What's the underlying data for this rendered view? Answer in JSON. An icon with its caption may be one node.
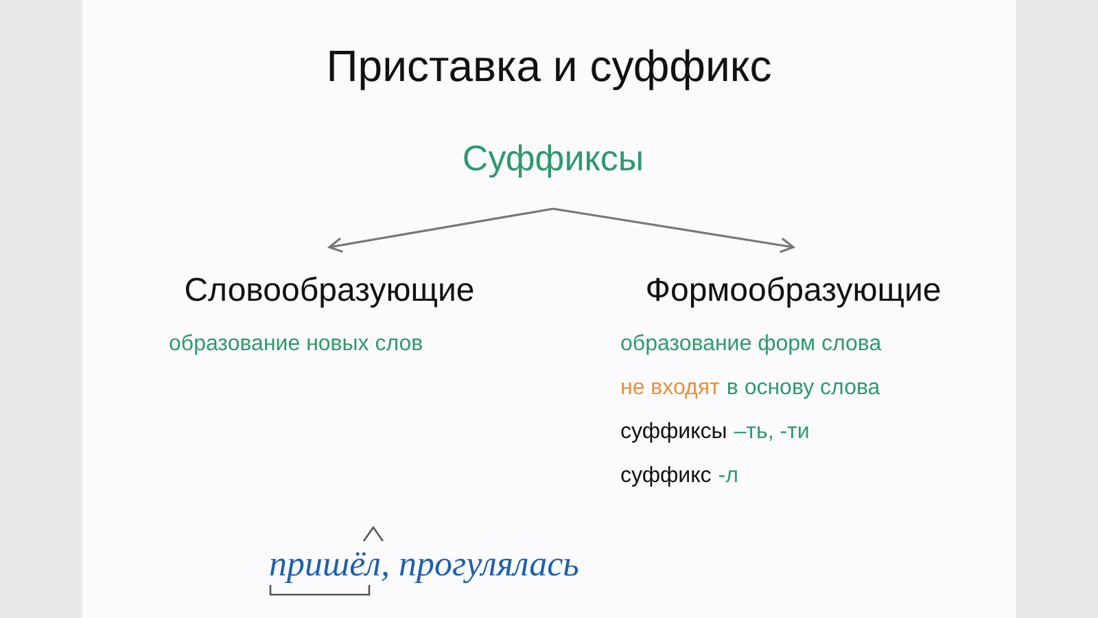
{
  "diagram": {
    "title": "Приставка и суффикс",
    "nodes": [
      {
        "text": [
          "Суффиксы"
        ]
      },
      {
        "text": [
          "Словообразующие"
        ]
      },
      {
        "text": [
          "Формообразующие"
        ]
      }
    ],
    "edges": [
      {
        "from": 0,
        "to": 1,
        "arrow": "to"
      },
      {
        "from": 0,
        "to": 2,
        "arrow": "to"
      }
    ],
    "labels": [
      "образование новых слов",
      "образование форм слова",
      "не входят",
      "в основу слова",
      "суффиксы",
      "–ть, -ти",
      "суффикс",
      "-л",
      "пришёл, прогулялась"
    ]
  }
}
